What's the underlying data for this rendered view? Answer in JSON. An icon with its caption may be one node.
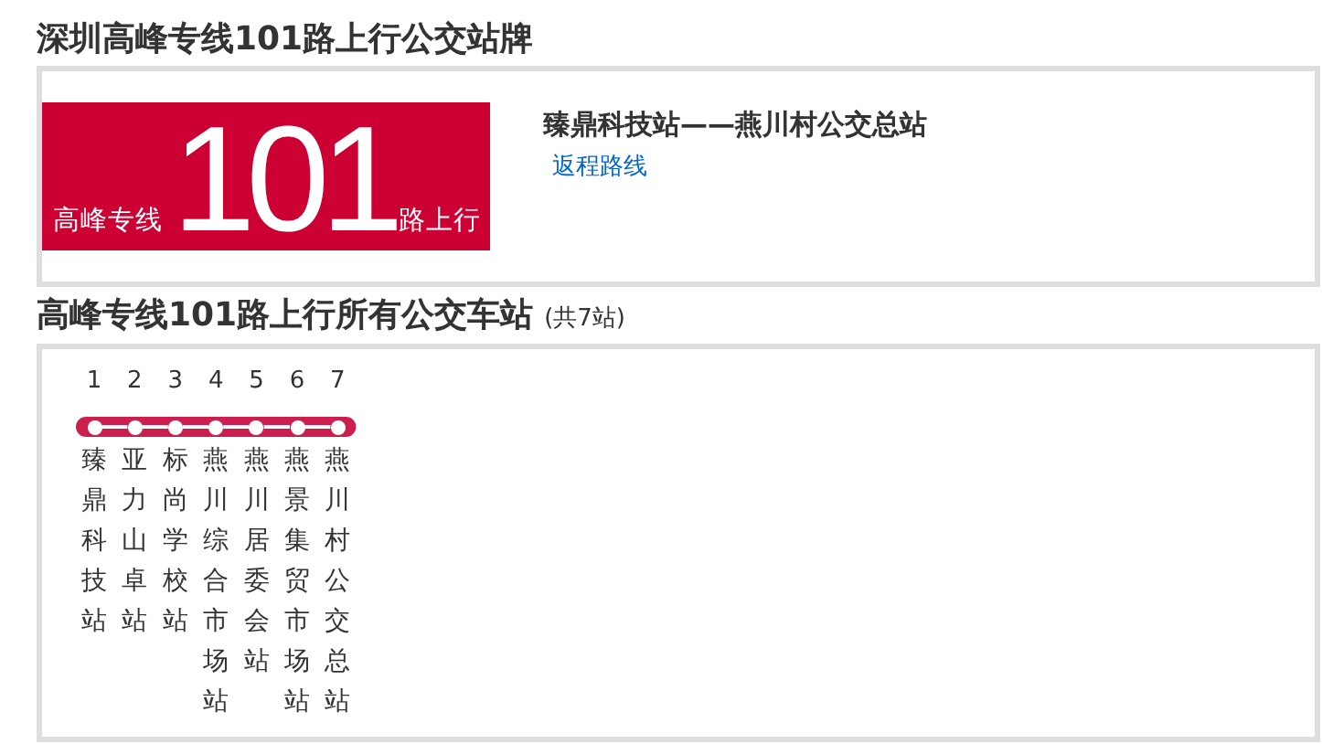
{
  "diagram": {
    "title": "深圳高峰专线101路上行公交站牌",
    "nodes": [
      {
        "text": [
          "臻鼎科技站——燕川村公交总站",
          "返程路线"
        ]
      },
      {
        "text": [
          "高峰专线",
          "101",
          "路上行"
        ],
        "in": 0
      },
      {
        "text": [],
        "shape": "box"
      },
      {
        "text": [],
        "shape": "circle",
        "in": 2,
        "beside": [
          "1",
          "臻鼎科技站"
        ]
      },
      {
        "text": [],
        "shape": "circle",
        "in": 2,
        "beside": [
          "2",
          "亚力山卓站"
        ]
      },
      {
        "text": [],
        "shape": "circle",
        "in": 2,
        "beside": [
          "3",
          "标尚学校站"
        ]
      },
      {
        "text": [],
        "shape": "circle",
        "in": 2,
        "beside": [
          "4",
          "燕川综合市场站"
        ]
      },
      {
        "text": [],
        "shape": "circle",
        "in": 2,
        "beside": [
          "5",
          "燕川居委会站"
        ]
      },
      {
        "text": [],
        "shape": "circle",
        "in": 2,
        "beside": [
          "6",
          "燕景集贸市场站"
        ]
      },
      {
        "text": [],
        "shape": "circle",
        "in": 2,
        "beside": [
          "7",
          "燕川村公交总站"
        ]
      }
    ],
    "edges": [
      {
        "from": 3,
        "to": 4,
        "arrow": "none"
      },
      {
        "from": 4,
        "to": 5,
        "arrow": "none"
      },
      {
        "from": 5,
        "to": 6,
        "arrow": "none"
      },
      {
        "from": 6,
        "to": 7,
        "arrow": "none"
      },
      {
        "from": 7,
        "to": 8,
        "arrow": "none"
      },
      {
        "from": 8,
        "to": 9,
        "arrow": "none"
      }
    ],
    "labels": [
      "高峰专线101路上行所有公交车站",
      "(共7站)"
    ]
  }
}
